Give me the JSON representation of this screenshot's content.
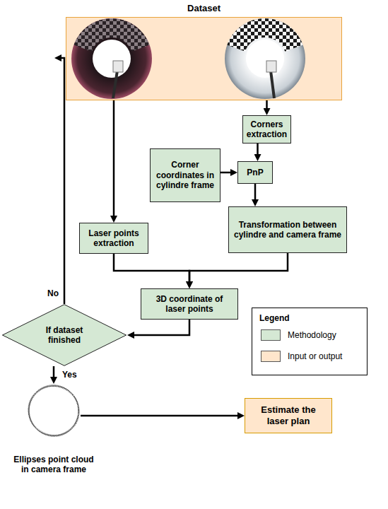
{
  "diagram": {
    "nodes": [
      {
        "text": [
          "Dataset"
        ]
      },
      {
        "text": [
          "Corners extraction"
        ]
      },
      {
        "text": [
          "Corner coordinates in cylindre frame"
        ]
      },
      {
        "text": [
          "PnP"
        ]
      },
      {
        "text": [
          "Laser points extraction"
        ]
      },
      {
        "text": [
          "Transformation between cylindre and camera frame"
        ]
      },
      {
        "text": [
          "3D coordinate of laser points"
        ]
      },
      {
        "text": [
          "If dataset finished"
        ]
      },
      {
        "text": [
          "Ellipses point cloud in camera frame"
        ]
      },
      {
        "text": [
          "Estimate the laser plan"
        ]
      }
    ],
    "edges": [
      {
        "from": 0,
        "to": 1,
        "arrow": "to"
      },
      {
        "from": 0,
        "to": 4,
        "arrow": "to"
      },
      {
        "from": 1,
        "to": 3,
        "arrow": "to"
      },
      {
        "from": 2,
        "to": 3,
        "arrow": "to"
      },
      {
        "from": 3,
        "to": 5,
        "arrow": "to"
      },
      {
        "from": 4,
        "to": 6,
        "arrow": "to"
      },
      {
        "from": 5,
        "to": 6,
        "arrow": "to"
      },
      {
        "from": 6,
        "to": 7,
        "arrow": "to"
      },
      {
        "from": 7,
        "to": 0,
        "label": "No",
        "arrow": "to"
      },
      {
        "from": 7,
        "to": 8,
        "label": "Yes",
        "arrow": "to"
      },
      {
        "from": 8,
        "to": 9,
        "arrow": "to"
      }
    ],
    "labels": [
      "Legend"
    ],
    "legend": [
      {
        "text": "Methodology",
        "color": "#d5e8d4"
      },
      {
        "text": "Input or output",
        "color": "#ffe6cc"
      }
    ]
  }
}
